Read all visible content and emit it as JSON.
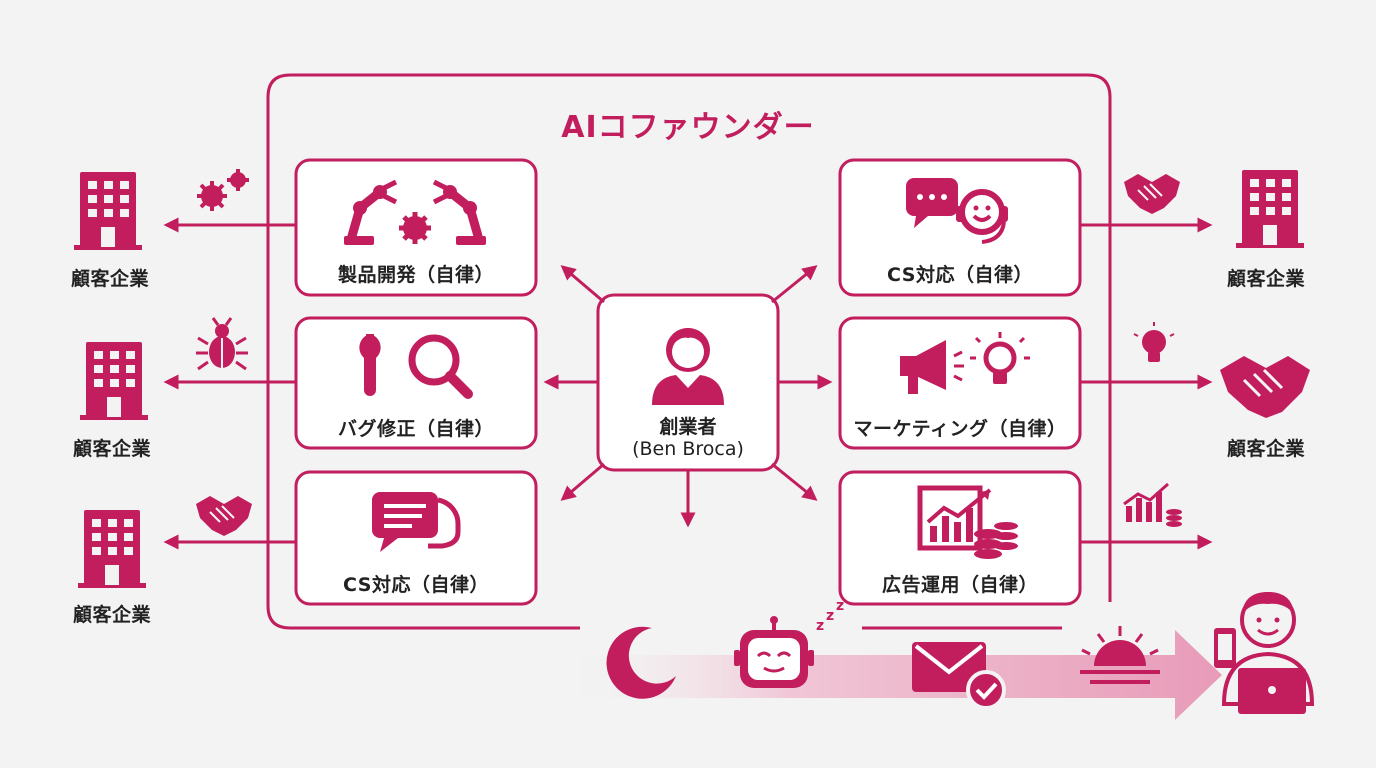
{
  "title": "AIコファウンダー",
  "founder": {
    "role": "創業者",
    "name": "(Ben Broca)"
  },
  "modules": {
    "product_dev": "製品開発（自律）",
    "bug_fix": "バグ修正（自律）",
    "cs_left": "CS対応（自律）",
    "cs_right": "CS対応（自律）",
    "marketing": "マーケティング（自律）",
    "ads": "広告運用（自律）"
  },
  "clients": {
    "left_1": "顧客企業",
    "left_2": "顧客企業",
    "left_3": "顧客企業",
    "right_1": "顧客企業",
    "right_2": "顧客企業"
  },
  "colors": {
    "accent": "#c21e5e",
    "background": "#f3f3f3",
    "text": "#222222"
  }
}
